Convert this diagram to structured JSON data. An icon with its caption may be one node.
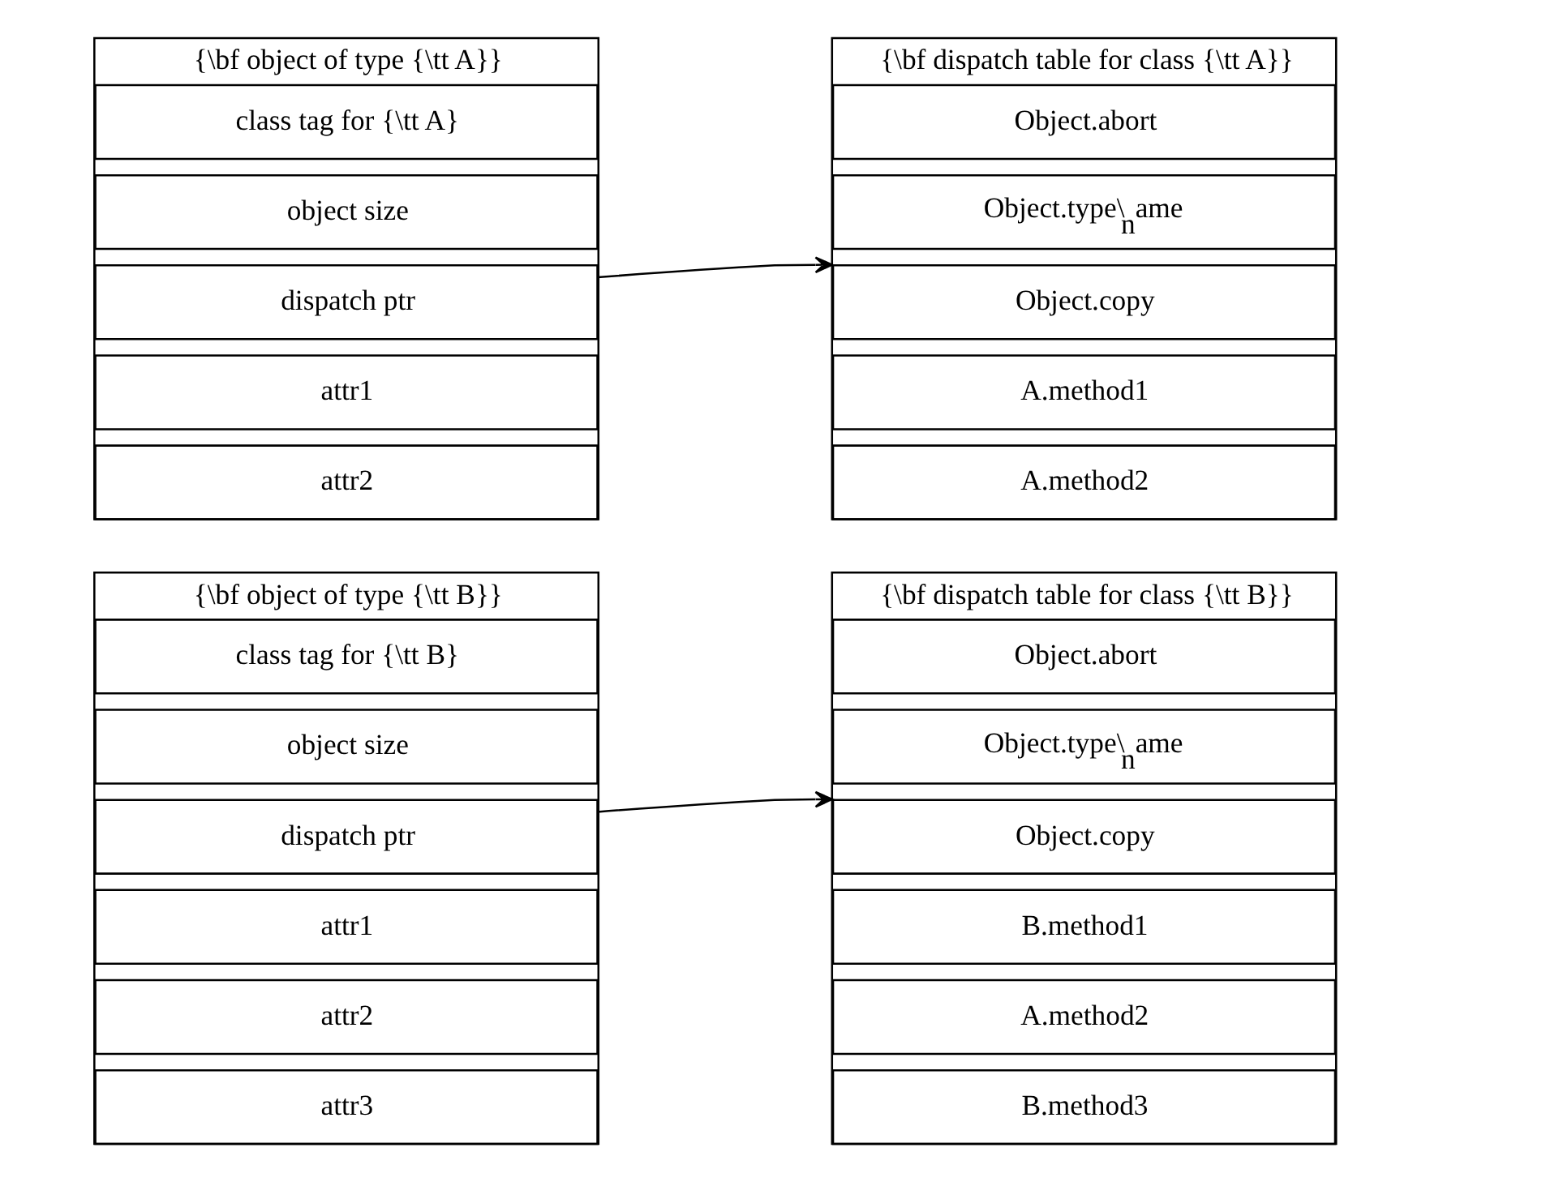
{
  "diagram": {
    "nodes": [
      {
        "text": [
          "{\\bf object of type {\\tt A}}"
        ]
      },
      {
        "text": [
          "class tag for {\\tt A}"
        ],
        "in": 0
      },
      {
        "text": [
          "object size"
        ],
        "in": 0
      },
      {
        "text": [
          "dispatch ptr"
        ],
        "in": 0
      },
      {
        "text": [
          "attr1"
        ],
        "in": 0
      },
      {
        "text": [
          "attr2"
        ],
        "in": 0
      },
      {
        "text": [
          "{\\bf dispatch table for class {\\tt A}}"
        ]
      },
      {
        "text": [
          "Object.abort"
        ],
        "in": 6
      },
      {
        "text": [
          "Object.type\\$_{n}$ame"
        ],
        "in": 6
      },
      {
        "text": [
          "Object.copy"
        ],
        "in": 6
      },
      {
        "text": [
          "A.method1"
        ],
        "in": 6
      },
      {
        "text": [
          "A.method2"
        ],
        "in": 6
      },
      {
        "text": [
          "{\\bf object of type {\\tt B}}"
        ]
      },
      {
        "text": [
          "class tag for {\\tt B}"
        ],
        "in": 12
      },
      {
        "text": [
          "object size"
        ],
        "in": 12
      },
      {
        "text": [
          "dispatch ptr"
        ],
        "in": 12
      },
      {
        "text": [
          "attr1"
        ],
        "in": 12
      },
      {
        "text": [
          "attr2"
        ],
        "in": 12
      },
      {
        "text": [
          "attr3"
        ],
        "in": 12
      },
      {
        "text": [
          "{\\bf dispatch table for class {\\tt B}}"
        ]
      },
      {
        "text": [
          "Object.abort"
        ],
        "in": 19
      },
      {
        "text": [
          "Object.type\\$_{n}$ame"
        ],
        "in": 19
      },
      {
        "text": [
          "Object.copy"
        ],
        "in": 19
      },
      {
        "text": [
          "B.method1"
        ],
        "in": 19
      },
      {
        "text": [
          "A.method2"
        ],
        "in": 19
      },
      {
        "text": [
          "B.method3"
        ],
        "in": 19
      }
    ],
    "edges": [
      {
        "from": 3,
        "to": 6,
        "arrow": "to"
      },
      {
        "from": 15,
        "to": 19,
        "arrow": "to"
      }
    ]
  }
}
